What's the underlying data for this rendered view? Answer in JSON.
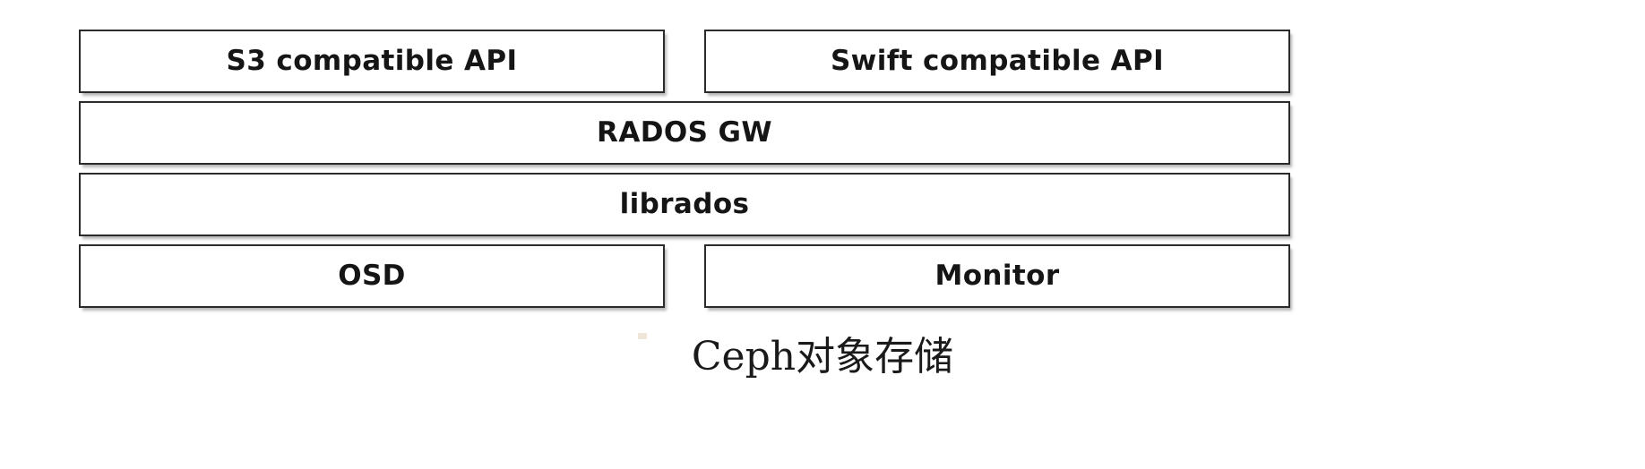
{
  "diagram": {
    "title": "Ceph对象存储",
    "rows": [
      {
        "name": "api-layer",
        "boxes": [
          {
            "label": "S3 compatible API"
          },
          {
            "label": "Swift compatible API"
          }
        ]
      },
      {
        "name": "gateway-layer",
        "boxes": [
          {
            "label": "RADOS GW"
          }
        ]
      },
      {
        "name": "library-layer",
        "boxes": [
          {
            "label": "librados"
          }
        ]
      },
      {
        "name": "daemon-layer",
        "boxes": [
          {
            "label": "OSD"
          },
          {
            "label": "Monitor"
          }
        ]
      }
    ]
  },
  "colors": {
    "box_border": "#2b2b2b",
    "box_fill": "#ffffff",
    "text": "#151515",
    "caption_text": "#1a1a1a",
    "background": "#ffffff"
  }
}
